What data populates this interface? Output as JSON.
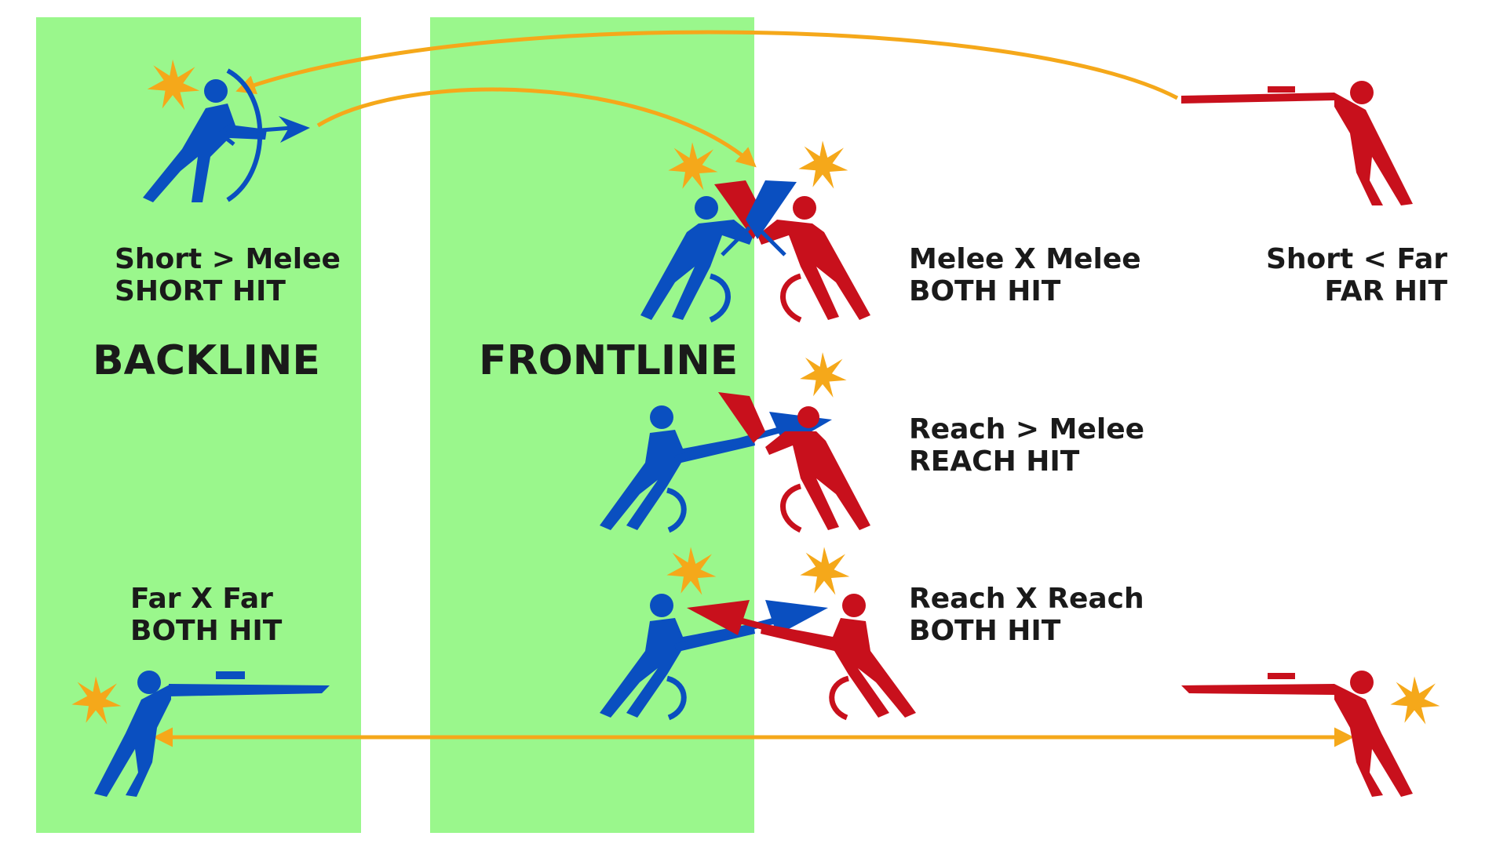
{
  "zones": {
    "backline": "BACKLINE",
    "frontline": "FRONTLINE"
  },
  "labels": {
    "short_melee": {
      "line1": "Short > Melee",
      "line2": "SHORT HIT"
    },
    "melee_melee": {
      "line1": "Melee X Melee",
      "line2": "BOTH HIT"
    },
    "short_far": {
      "line1": "Short < Far",
      "line2": "FAR HIT"
    },
    "reach_melee": {
      "line1": "Reach > Melee",
      "line2": "REACH HIT"
    },
    "reach_reach": {
      "line1": "Reach X Reach",
      "line2": "BOTH HIT"
    },
    "far_far": {
      "line1": "Far X Far",
      "line2": "BOTH HIT"
    }
  },
  "colors": {
    "zone_fill": "#9af78c",
    "blue_team": "#0a4fc0",
    "red_team": "#c8101c",
    "arrow": "#f5a81a",
    "text": "#1a1a1a"
  },
  "icons": [
    "archer-icon",
    "rifleman-icon",
    "swordsman-icon",
    "spearman-icon",
    "impact-burst-icon"
  ]
}
